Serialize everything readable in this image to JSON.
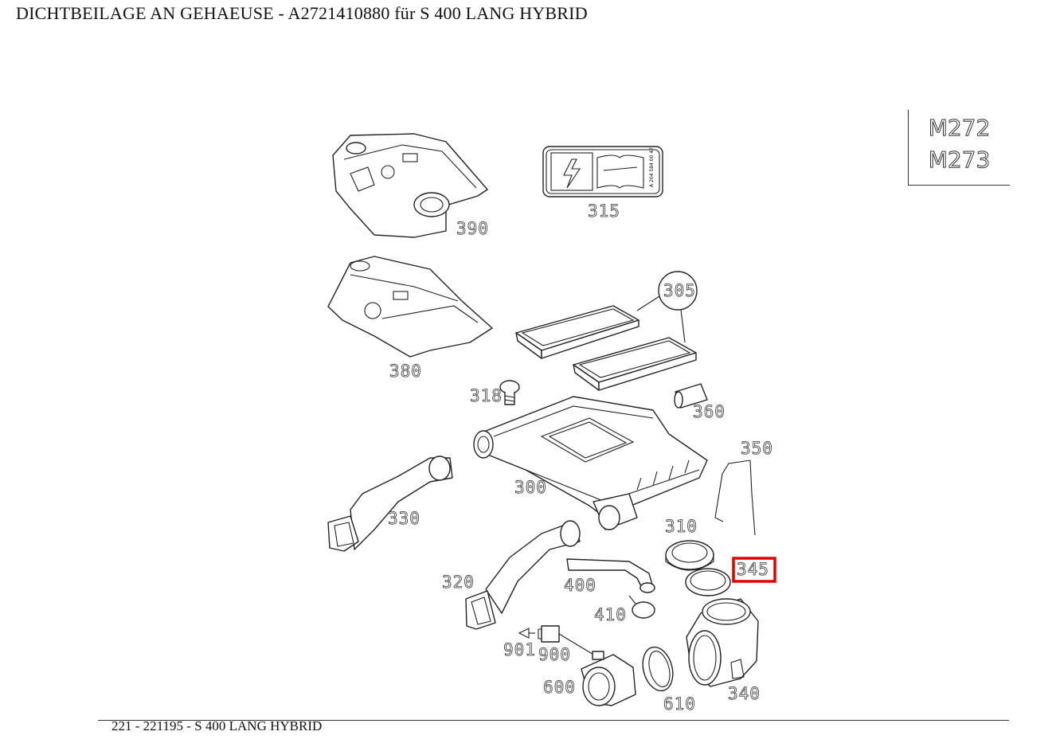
{
  "header": {
    "title": "DICHTBEILAGE AN GEHAEUSE - A2721410880 für S 400 LANG HYBRID"
  },
  "engine_box": {
    "codes": [
      "M272",
      "M273"
    ]
  },
  "diagram": {
    "labels": {
      "p390": "390",
      "p315": "315",
      "p380": "380",
      "p305": "305",
      "p318": "318",
      "p360": "360",
      "p300": "300",
      "p350": "350",
      "p330": "330",
      "p310": "310",
      "p320": "320",
      "p400": "400",
      "p345": "345",
      "p410": "410",
      "p901": "901",
      "p900": "900",
      "p600": "600",
      "p610": "610",
      "p340": "340"
    },
    "highlighted_part": "345",
    "highlight_color": "#e00000",
    "sticker_code": "A 204 584 00 47"
  },
  "footer": {
    "text": "221 - 221195 - S 400 LANG HYBRID"
  }
}
